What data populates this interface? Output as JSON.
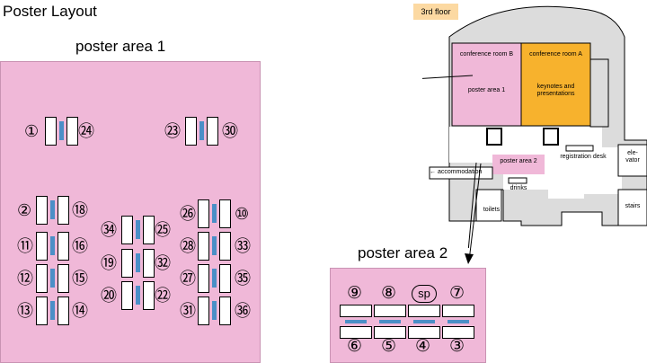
{
  "title": "Poster Layout",
  "area1_label": "poster area 1",
  "area2_label": "poster area 2",
  "floor_badge": "3rd floor",
  "floorplan": {
    "room_b": "conference room B",
    "room_a": "conference room A",
    "poster_area_1": "poster area 1",
    "keynotes": "keynotes and presentations",
    "poster_area_2": "poster area 2",
    "accommodation": "← accommodation",
    "registration": "registration desk",
    "elevator": "ele- vator",
    "drinks": "drinks",
    "toilets": "toilets",
    "stairs": "stairs"
  },
  "area1_numbers": [
    "①",
    "㉔",
    "㉓",
    "㉚",
    "②",
    "⑱",
    "⑪",
    "⑯",
    "⑫",
    "⑮",
    "⑬",
    "⑭",
    "㉞",
    "㉕",
    "⑲",
    "㉜",
    "⑳",
    "㉒",
    "㉖",
    "⑩",
    "㉘",
    "㉝",
    "㉗",
    "㉟",
    "㉛",
    "㊱"
  ],
  "area2_numbers": [
    "⑨",
    "⑧",
    "sp",
    "⑦",
    "⑥",
    "⑤",
    "④",
    "③"
  ]
}
